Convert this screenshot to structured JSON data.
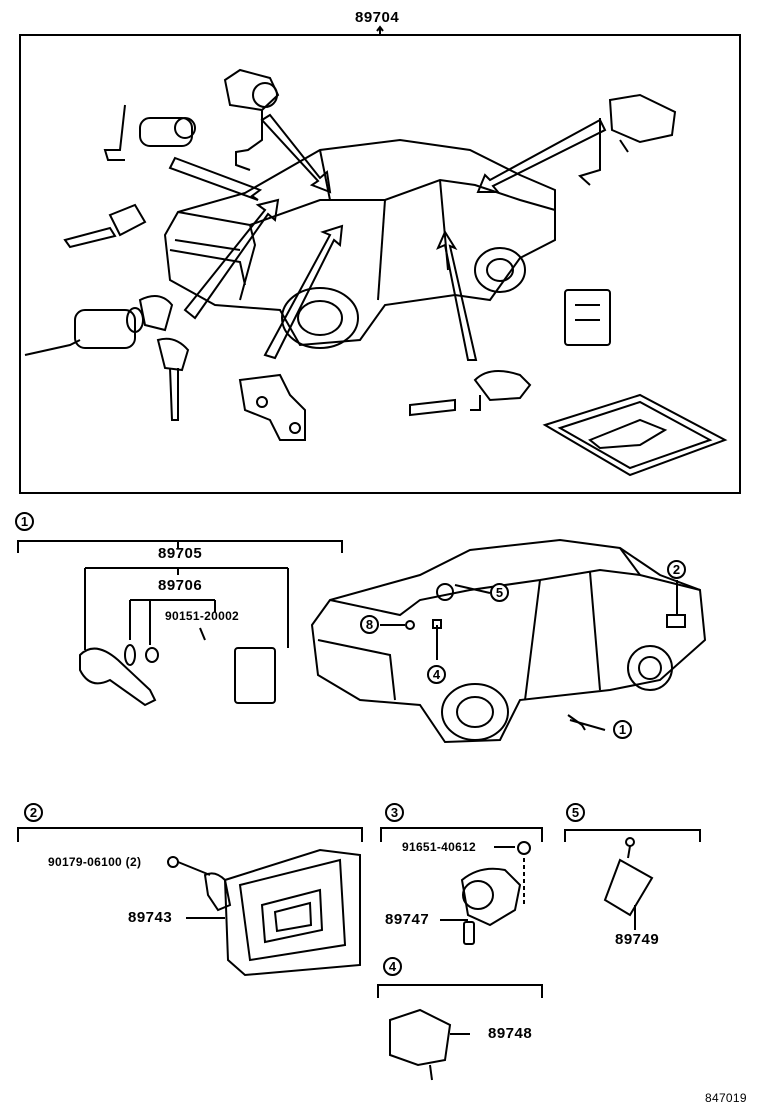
{
  "top": {
    "part_no": "89704"
  },
  "section1": {
    "marker": "1",
    "bracket_label": "89705",
    "sub_label": "89706",
    "bolt_part": "90151-20002"
  },
  "car_callouts": {
    "c1": "1",
    "c2": "2",
    "c4": "4",
    "c5": "5",
    "c8": "8"
  },
  "section2": {
    "marker": "2",
    "screw_part": "90179-06100 (2)",
    "part": "89743"
  },
  "section3": {
    "marker": "3",
    "nut_part": "91651-40612",
    "part": "89747"
  },
  "section4": {
    "marker": "4",
    "part": "89748"
  },
  "section5": {
    "marker": "5",
    "part": "89749"
  },
  "footer": {
    "drawing_no": "847019"
  }
}
